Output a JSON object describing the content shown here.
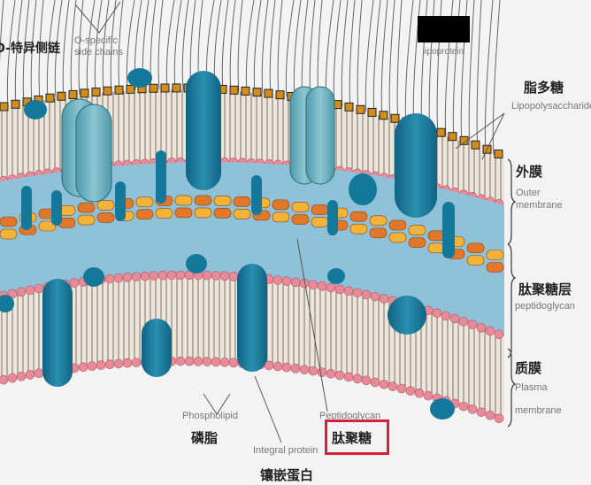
{
  "diagram": {
    "title_hidden": "",
    "labels": {
      "o_specific_cn": "O-特异侧链",
      "o_specific_en_1": "O-specific",
      "o_specific_en_2": "side chains",
      "lipoprotein_en": "lipoprotein",
      "lps_cn": "脂多糖",
      "lps_en": "Lipopolysaccharide",
      "outer_membrane_cn": "外膜",
      "outer_membrane_en_1": "Outer",
      "outer_membrane_en_2": "membrane",
      "peptidoglycan_layer_cn": "肽聚糖层",
      "peptidoglycan_layer_en": "peptidoglycan",
      "plasma_membrane_cn": "质膜",
      "plasma_membrane_en_1": "Plasma",
      "plasma_membrane_en_2": "membrane",
      "phospholipid_en": "Phospholipid",
      "phospholipid_cn": "磷脂",
      "integral_protein_en": "Integral protein",
      "integral_protein_cn": "镶嵌蛋白",
      "peptidoglycan_en": "Peptidoglycan",
      "peptidoglycan_cn": "肽聚糖"
    },
    "colors": {
      "protein_dark": "#13789a",
      "protein_light": "#5fa9b8",
      "lipid_head": "#e98a99",
      "lipid_tail_bg": "#efe6da",
      "periplasm": "#8fc1d8",
      "lps_core": "#d38d1c",
      "pg_orange": "#e0772b",
      "pg_yellow": "#f2b33a",
      "highlight": "#d81e3a"
    }
  }
}
